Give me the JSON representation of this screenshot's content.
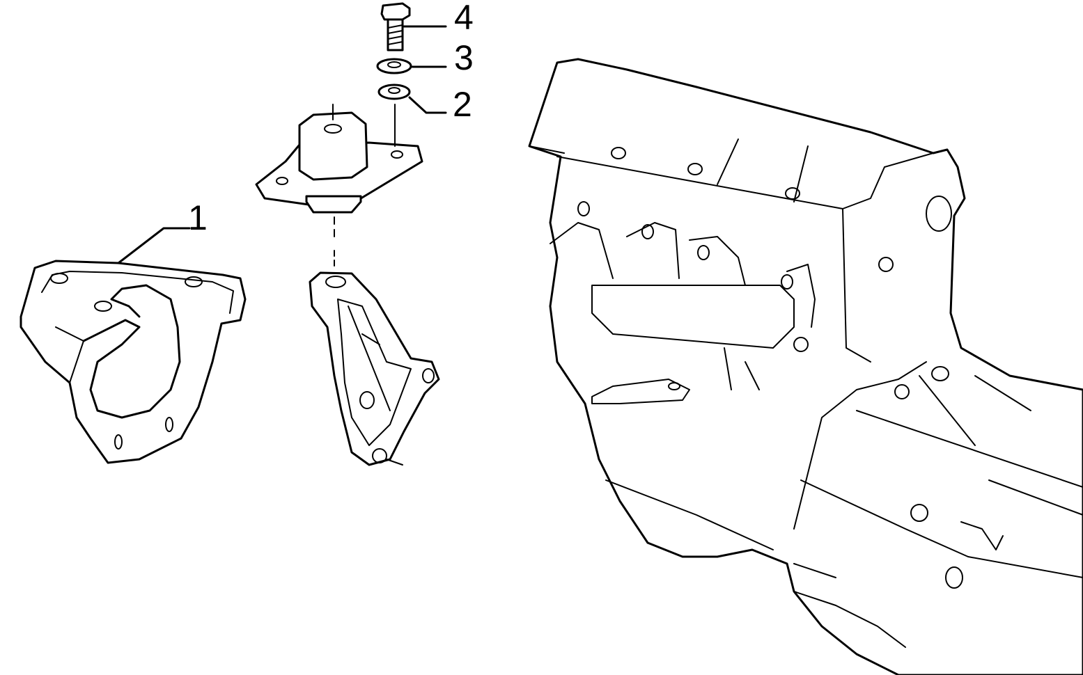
{
  "callouts": [
    {
      "number": "1",
      "part": "bracket"
    },
    {
      "number": "2",
      "part": "washer"
    },
    {
      "number": "3",
      "part": "washer"
    },
    {
      "number": "4",
      "part": "bolt"
    }
  ],
  "colors": {
    "line": "#000000",
    "background": "#ffffff"
  }
}
